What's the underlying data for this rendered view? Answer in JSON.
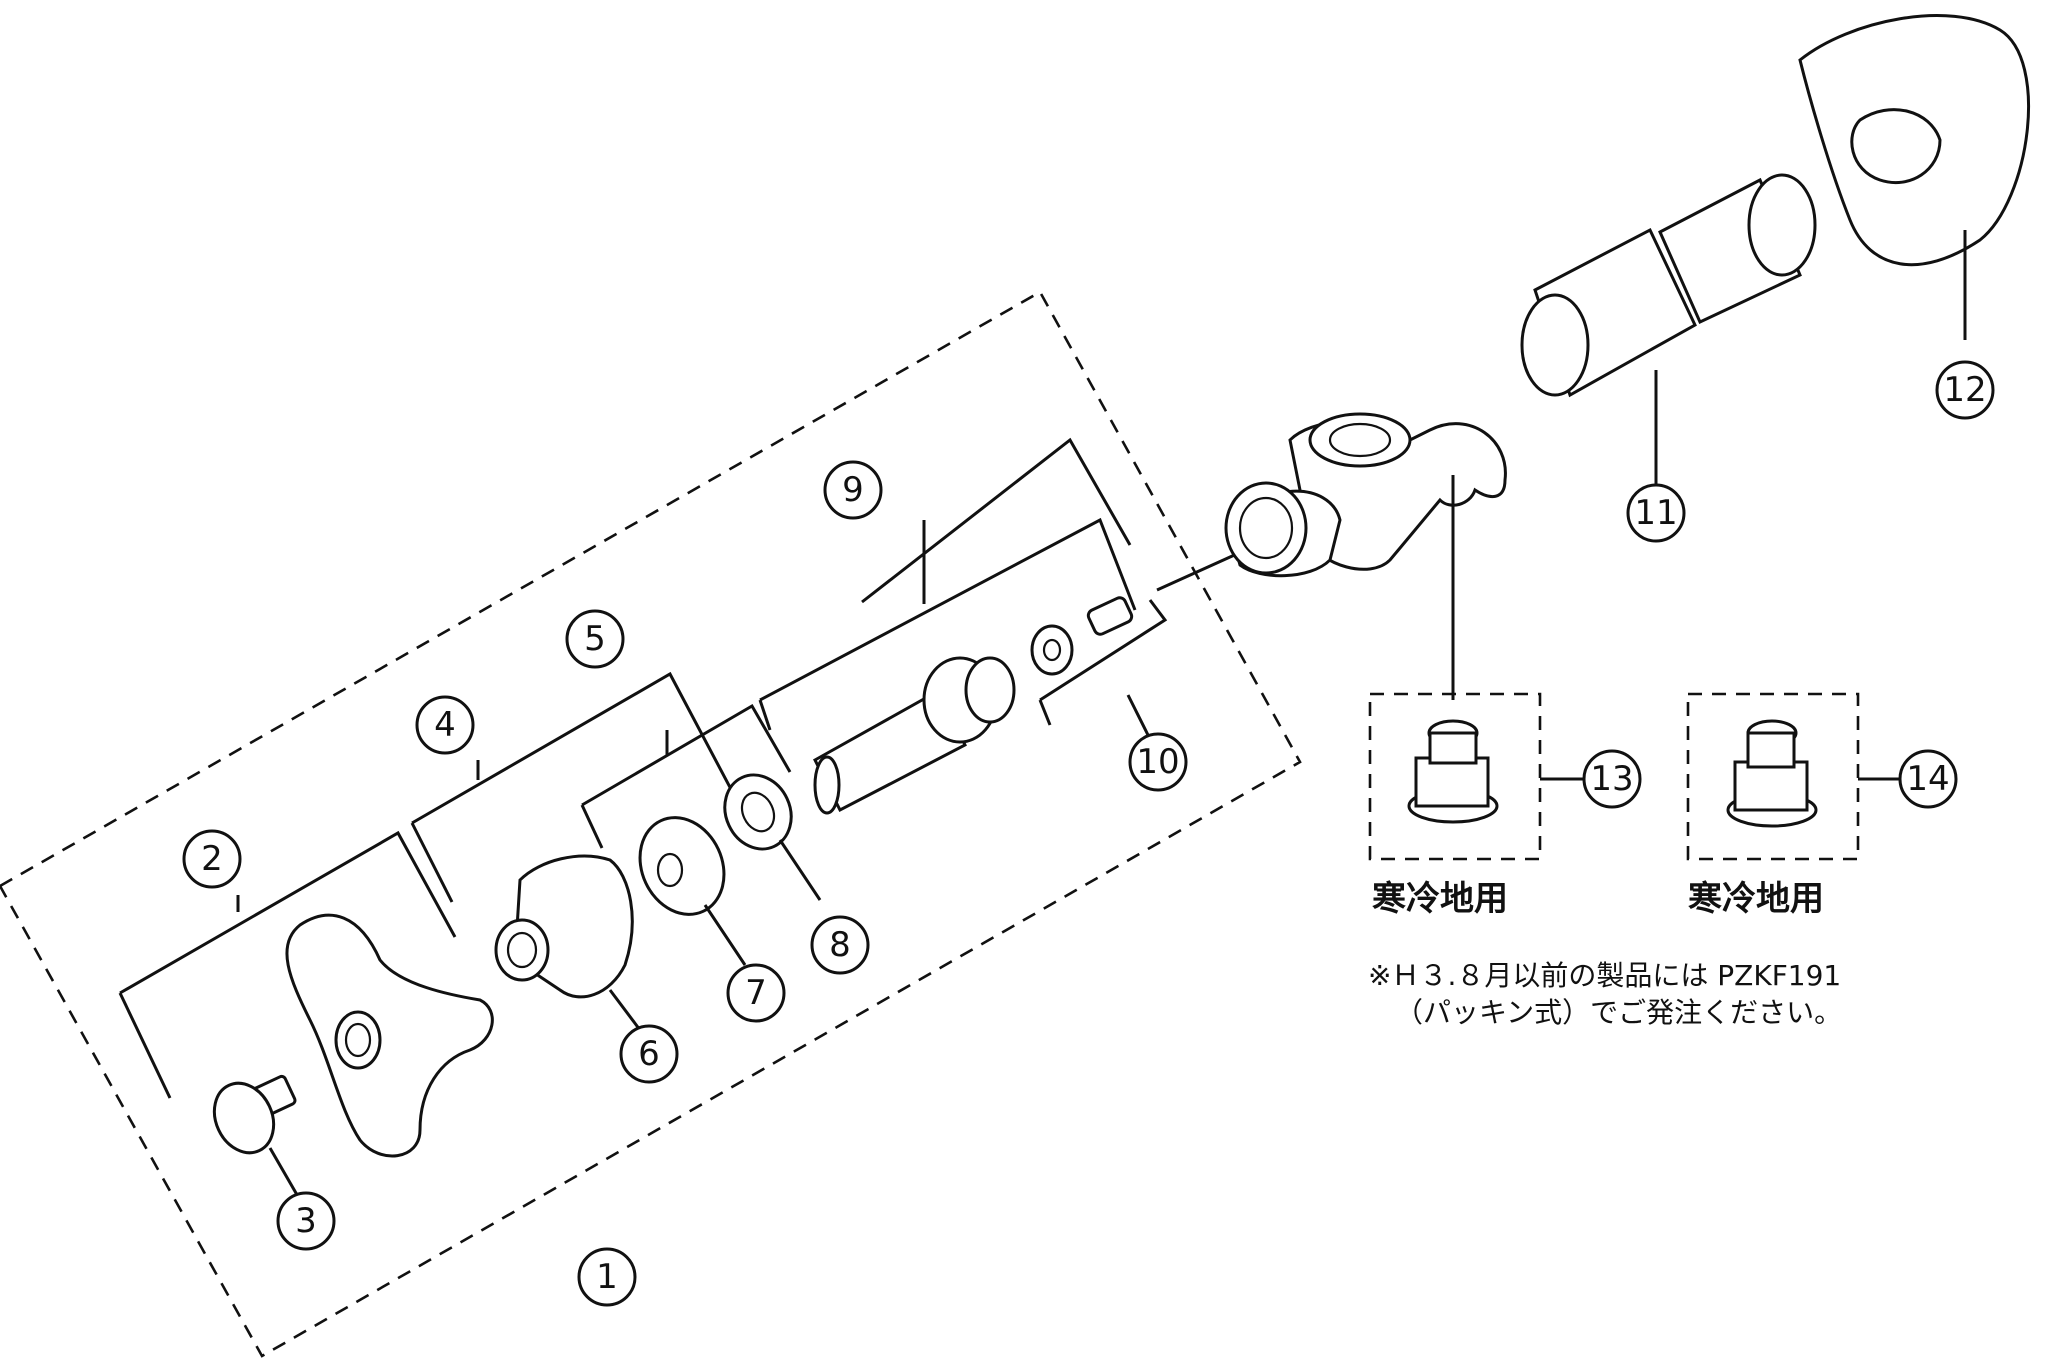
{
  "callouts": [
    "1",
    "2",
    "3",
    "4",
    "5",
    "6",
    "7",
    "8",
    "9",
    "10",
    "11",
    "12",
    "13",
    "14"
  ],
  "labels": {
    "cold_region_13": "寒冷地用",
    "cold_region_14": "寒冷地用"
  },
  "note": {
    "line1": "※Ｈ３.８月以前の製品には PZKF191",
    "line2": "（パッキン式）でご発注ください。"
  }
}
